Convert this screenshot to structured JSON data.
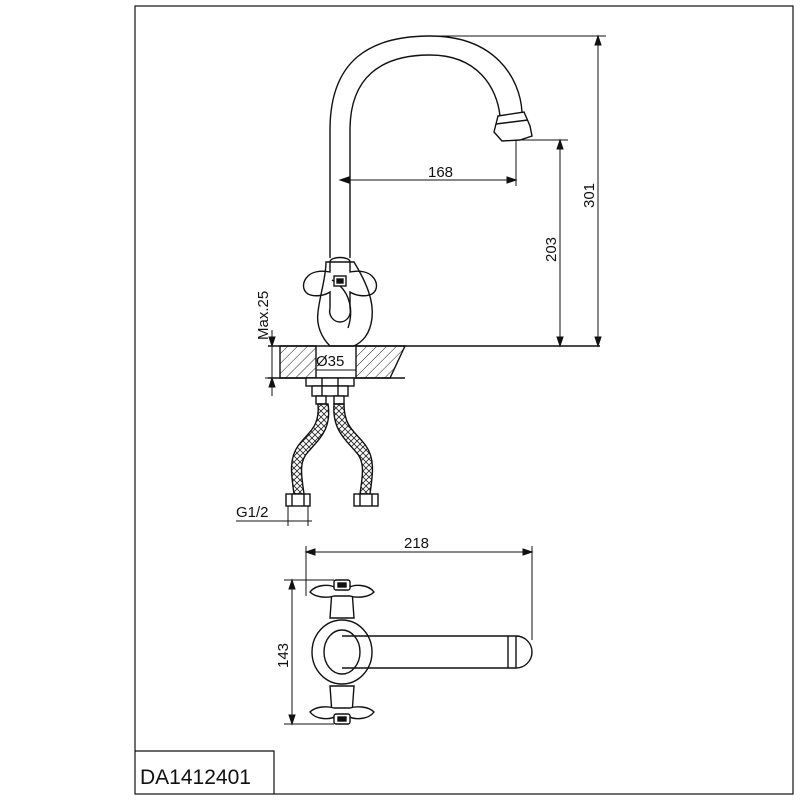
{
  "title_block": {
    "model_code": "DA1412401"
  },
  "side_view": {
    "dim_spout_reach": "168",
    "dim_spout_height": "203",
    "dim_total_height": "301",
    "dim_max_deck": "Max.25",
    "dim_hole_diameter": "Ø35",
    "dim_connection": "G1/2"
  },
  "top_view": {
    "dim_total_width": "218",
    "dim_total_depth": "143"
  },
  "colors": {
    "line": "#111111",
    "background": "#ffffff"
  }
}
